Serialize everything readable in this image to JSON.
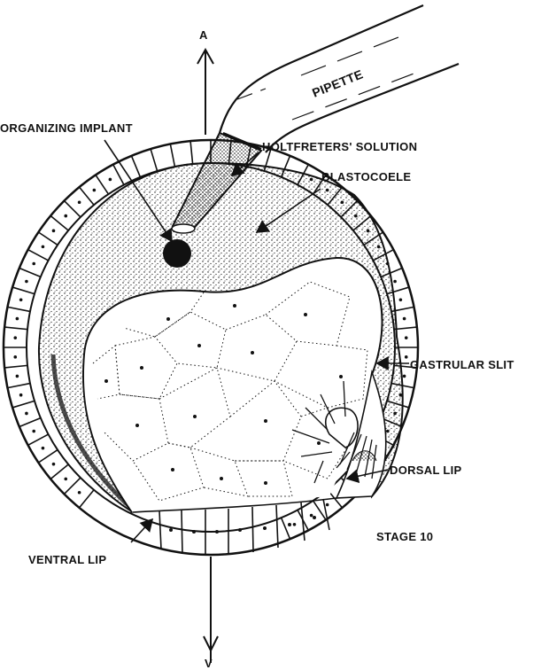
{
  "labels": {
    "axis_top": "A",
    "axis_bottom": "V",
    "pipette": "PIPETTE",
    "organizing_implant": "ORGANIZING IMPLANT",
    "holtfreters_solution": "HOLTFRETERS' SOLUTION",
    "blastocoele": "BLASTOCOELE",
    "gastrular_slit": "GASTRULAR SLIT",
    "dorsal_lip": "DORSAL LIP",
    "stage": "STAGE 10",
    "ventral_lip": "VENTRAL LIP"
  },
  "colors": {
    "ink": "#111111",
    "paper": "#ffffff"
  }
}
